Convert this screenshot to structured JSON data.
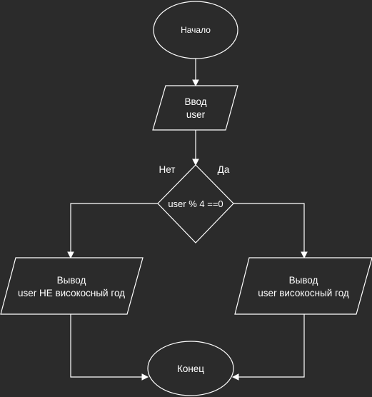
{
  "nodes": {
    "start": {
      "label": "Начало"
    },
    "input": {
      "line1": "Ввод",
      "line2": "user"
    },
    "decision": {
      "label": "user % 4 ==0"
    },
    "output_no": {
      "line1": "Вывод",
      "line2": "user НЕ високосный год"
    },
    "output_yes": {
      "line1": "Вывод",
      "line2": "user високосный год"
    },
    "end": {
      "label": "Конец"
    }
  },
  "branches": {
    "no": "Нет",
    "yes": "Да"
  },
  "colors": {
    "background": "#2b2b2b",
    "stroke": "#ffffff",
    "text": "#ffffff"
  }
}
